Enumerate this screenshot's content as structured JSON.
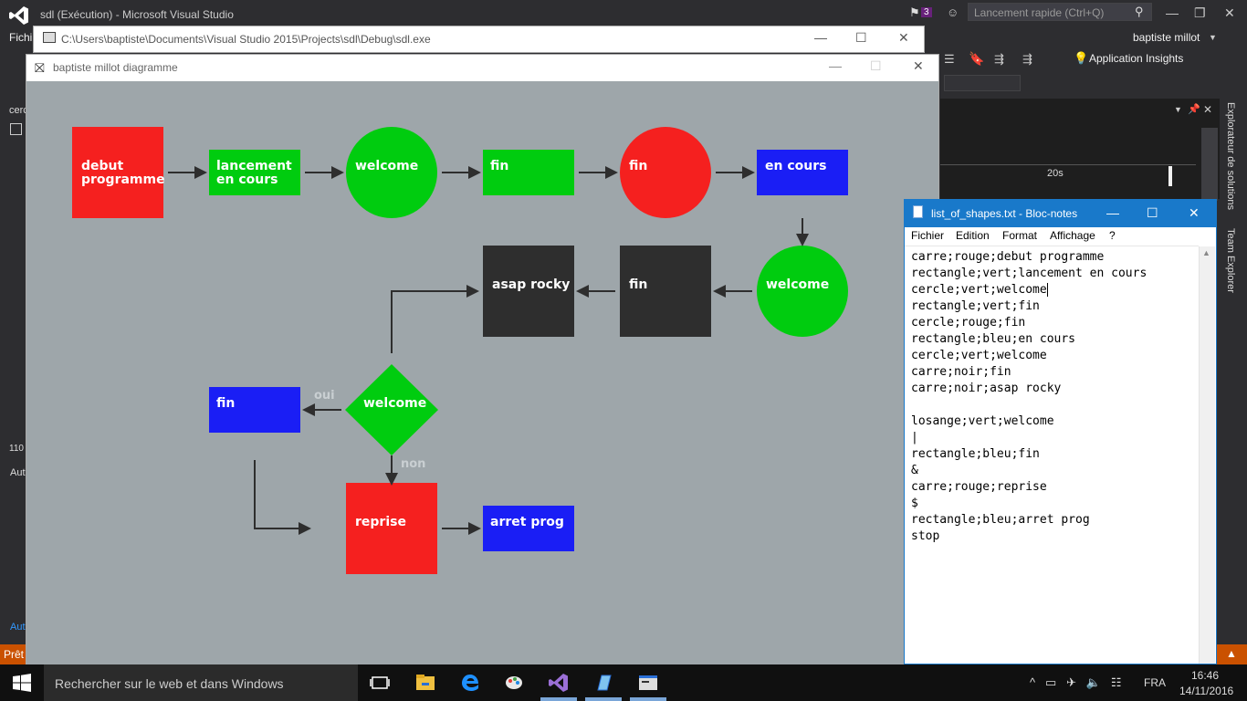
{
  "vs": {
    "title": "sdl (Exécution) - Microsoft Visual Studio",
    "notif_count": "3",
    "quick_launch_placeholder": "Lancement rapide (Ctrl+Q)",
    "user": "baptiste millot",
    "app_insights": "Application Insights",
    "menu_file": "Fichi",
    "side_tab": "cerc",
    "zoom": "110",
    "autos": "Aut",
    "autos2": "Aut",
    "timeline_label": "20s",
    "solution_explorer": "Explorateur de solutions",
    "team_explorer": "Team Explorer",
    "status": "Prêt"
  },
  "console": {
    "title": "C:\\Users\\baptiste\\Documents\\Visual Studio 2015\\Projects\\sdl\\Debug\\sdl.exe"
  },
  "sdl": {
    "title": "baptiste millot diagramme",
    "shapes": {
      "s1": {
        "line1": "debut",
        "line2": "programme"
      },
      "s2": {
        "line1": "lancement",
        "line2": "en cours"
      },
      "s3": {
        "line1": "welcome"
      },
      "s4": {
        "line1": "fin"
      },
      "s5": {
        "line1": "fin"
      },
      "s6": {
        "line1": "en cours"
      },
      "s7": {
        "line1": "welcome"
      },
      "s8": {
        "line1": "fin"
      },
      "s9": {
        "line1": "asap rocky"
      },
      "s10": {
        "line1": "welcome"
      },
      "s11": {
        "line1": "fin"
      },
      "s12": {
        "line1": "reprise"
      },
      "s13": {
        "line1": "arret prog"
      }
    },
    "branch_yes": "oui",
    "branch_no": "non"
  },
  "notepad": {
    "title": "list_of_shapes.txt - Bloc-notes",
    "menus": [
      "Fichier",
      "Edition",
      "Format",
      "Affichage",
      "?"
    ],
    "lines": [
      "carre;rouge;debut programme",
      "rectangle;vert;lancement en cours",
      "cercle;vert;welcome",
      "rectangle;vert;fin",
      "cercle;rouge;fin",
      "rectangle;bleu;en cours",
      "cercle;vert;welcome",
      "carre;noir;fin",
      "carre;noir;asap rocky",
      "",
      "losange;vert;welcome",
      "|",
      "rectangle;bleu;fin",
      "&",
      "carre;rouge;reprise",
      "$",
      "rectangle;bleu;arret prog",
      "stop"
    ]
  },
  "taskbar": {
    "search_placeholder": "Rechercher sur le web et dans Windows",
    "lang": "FRA",
    "time": "16:46",
    "date": "14/11/2016"
  },
  "colors": {
    "red": "#f5201f",
    "green": "#00cc0f",
    "blue": "#1a1ef5",
    "dark": "#2e2e2e",
    "canvas": "#9ea6aa"
  }
}
